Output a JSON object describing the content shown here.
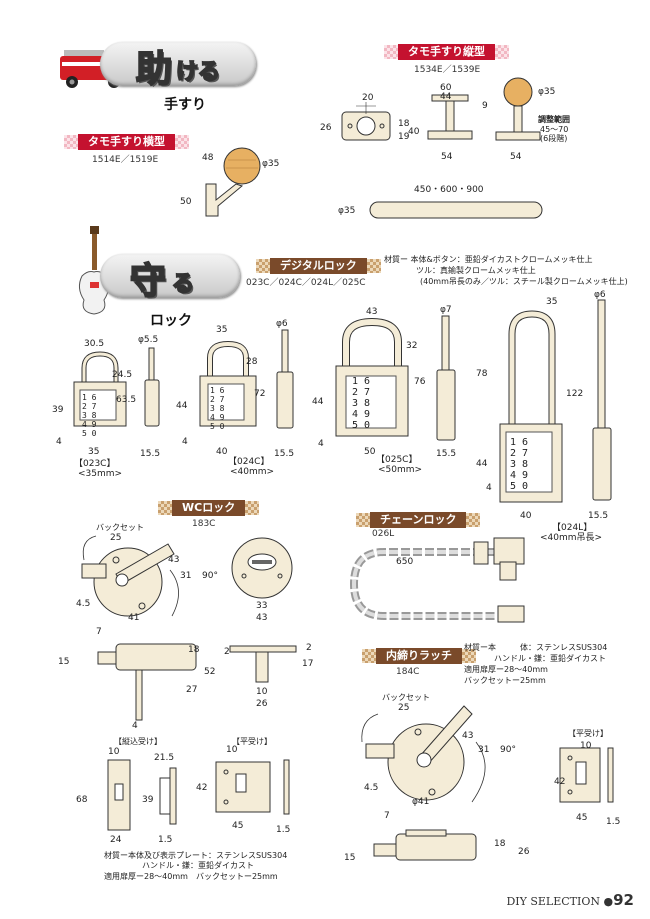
{
  "hand": {
    "big": "助",
    "kana": "ける",
    "sub": "手すり"
  },
  "mamoru": {
    "big": "守",
    "kana": "る",
    "sub": "ロック"
  },
  "tate": {
    "label": "タモ手すり縦型",
    "models": "1534E／1539E",
    "dims": [
      "20",
      "26",
      "18",
      "19",
      "60",
      "44",
      "9",
      "φ35",
      "40",
      "54",
      "54",
      "調整範囲",
      "45～70",
      "(6段階)"
    ]
  },
  "yoko": {
    "label": "タモ手すり横型",
    "models": "1514E／1519E",
    "dims": [
      "48",
      "φ35",
      "50"
    ]
  },
  "bar": {
    "dims": [
      "450・600・900",
      "φ35"
    ]
  },
  "digital": {
    "label": "デジタルロック",
    "models": "023C／024C／024L／025C",
    "spec": [
      "材質ー 本体&ボタン：亜鉛ダイカストクロームメッキ仕上",
      "ツル：真鍮製クロームメッキ仕上",
      "(40mm吊長のみ／ツル：スチール製クロームメッキ仕上)"
    ]
  },
  "c023": {
    "name": "【023C】",
    "len": "<35mm>",
    "dims": [
      "30.5",
      "φ5.5",
      "24.5",
      "63.5",
      "39",
      "4",
      "35",
      "15.5"
    ]
  },
  "c024": {
    "name": "【024C】",
    "len": "<40mm>",
    "dims": [
      "35",
      "φ6",
      "28",
      "72",
      "44",
      "4",
      "40",
      "15.5"
    ]
  },
  "c025": {
    "name": "【025C】",
    "len": "<50mm>",
    "dims": [
      "43",
      "φ7",
      "32",
      "76",
      "44",
      "4",
      "50",
      "15.5"
    ]
  },
  "l024": {
    "name": "【024L】",
    "len": "<40mm吊長>",
    "dims": [
      "35",
      "φ6",
      "78",
      "122",
      "44",
      "4",
      "40",
      "15.5"
    ]
  },
  "keypad": [
    "1",
    "6",
    "2",
    "7",
    "3",
    "8",
    "4",
    "9",
    "5",
    "0"
  ],
  "wc": {
    "label": "WCロック",
    "model": "183C",
    "backset": "バックセット",
    "dims": [
      "25",
      "43",
      "31",
      "90°",
      "4.5",
      "41",
      "7",
      "33",
      "43",
      "15",
      "18",
      "52",
      "27",
      "4",
      "2",
      "2",
      "17",
      "10",
      "26"
    ]
  },
  "chain": {
    "label": "チェーンロック",
    "model": "026L",
    "dims": [
      "650"
    ]
  },
  "uke": {
    "lab1": "【縦込受け】",
    "lab2": "【平受け】",
    "dims": [
      "10",
      "21.5",
      "68",
      "39",
      "24",
      "1.5",
      "10",
      "42",
      "45",
      "1.5"
    ],
    "spec": [
      "材質ー本体及び表示プレート：ステンレスSUS304",
      "ハンドル・鎌：亜鉛ダイカスト",
      "適用扉厚ー28～40mm　バックセットー25mm"
    ]
  },
  "latch": {
    "label": "内締りラッチ",
    "model": "184C",
    "spec": [
      "材質ー本　　　体：ステンレスSUS304",
      "ハンドル・鎌：亜鉛ダイカスト",
      "適用扉厚ー28～40mm",
      "バックセットー25mm"
    ],
    "backset": "バックセット",
    "dims": [
      "25",
      "43",
      "31",
      "90°",
      "4.5",
      "φ41",
      "7",
      "15",
      "18",
      "26"
    ],
    "hira": "【平受け】",
    "hdims": [
      "10",
      "42",
      "45",
      "1.5"
    ]
  },
  "footer": {
    "brand": "DIY SELECTION",
    "page": "92"
  }
}
